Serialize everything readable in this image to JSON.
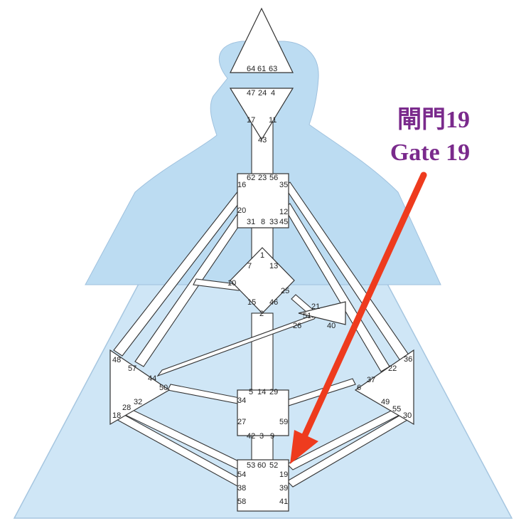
{
  "annotation": {
    "label_zh": "閘門19",
    "label_en": "Gate 19",
    "highlight_gate": "19"
  },
  "colors": {
    "background_fill": "#cfe6f6",
    "center_fill": "#ffffff",
    "line": "#333333",
    "arrow": "#ee3b1e",
    "label": "#7a2a8c"
  },
  "centers": {
    "head": {
      "gates": [
        "64",
        "61",
        "63"
      ]
    },
    "ajna": {
      "gates": [
        "47",
        "24",
        "4",
        "17",
        "11",
        "43"
      ]
    },
    "throat": {
      "gates": [
        "62",
        "23",
        "56",
        "16",
        "35",
        "20",
        "12",
        "31",
        "8",
        "33",
        "45"
      ]
    },
    "g": {
      "gates": [
        "1",
        "7",
        "13",
        "10",
        "25",
        "15",
        "46",
        "2"
      ]
    },
    "heart": {
      "gates": [
        "21",
        "51",
        "26",
        "40"
      ]
    },
    "spleen": {
      "gates": [
        "48",
        "57",
        "44",
        "50",
        "32",
        "28",
        "18"
      ]
    },
    "solar": {
      "gates": [
        "36",
        "22",
        "37",
        "6",
        "49",
        "55",
        "30"
      ]
    },
    "sacral": {
      "gates": [
        "5",
        "14",
        "29",
        "34",
        "27",
        "59",
        "42",
        "3",
        "9"
      ]
    },
    "root": {
      "gates": [
        "53",
        "60",
        "52",
        "54",
        "19",
        "38",
        "39",
        "58",
        "41"
      ]
    }
  }
}
